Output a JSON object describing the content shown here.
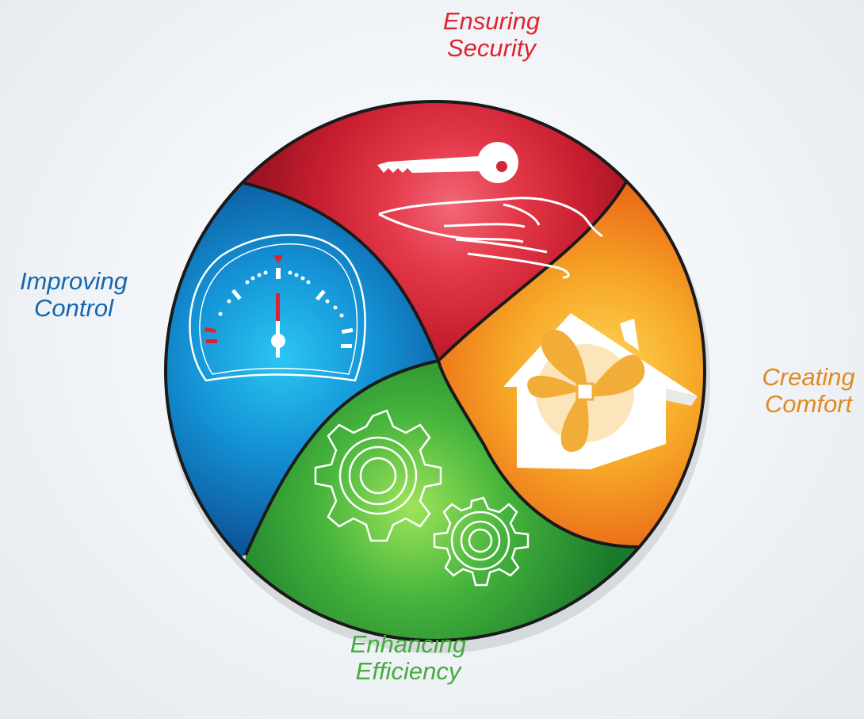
{
  "segments": [
    {
      "id": "security",
      "line1": "Ensuring",
      "line2": "Security",
      "color": "#d42a36",
      "icon": "key-in-hand-icon"
    },
    {
      "id": "control",
      "line1": "Improving",
      "line2": "Control",
      "color": "#1464a8",
      "icon": "speedometer-gauge-icon"
    },
    {
      "id": "comfort",
      "line1": "Creating",
      "line2": "Comfort",
      "color": "#e08820",
      "icon": "house-fan-icon"
    },
    {
      "id": "efficiency",
      "line1": "Enhancing",
      "line2": "Efficiency",
      "color": "#3ca83c",
      "icon": "gears-icon"
    }
  ]
}
